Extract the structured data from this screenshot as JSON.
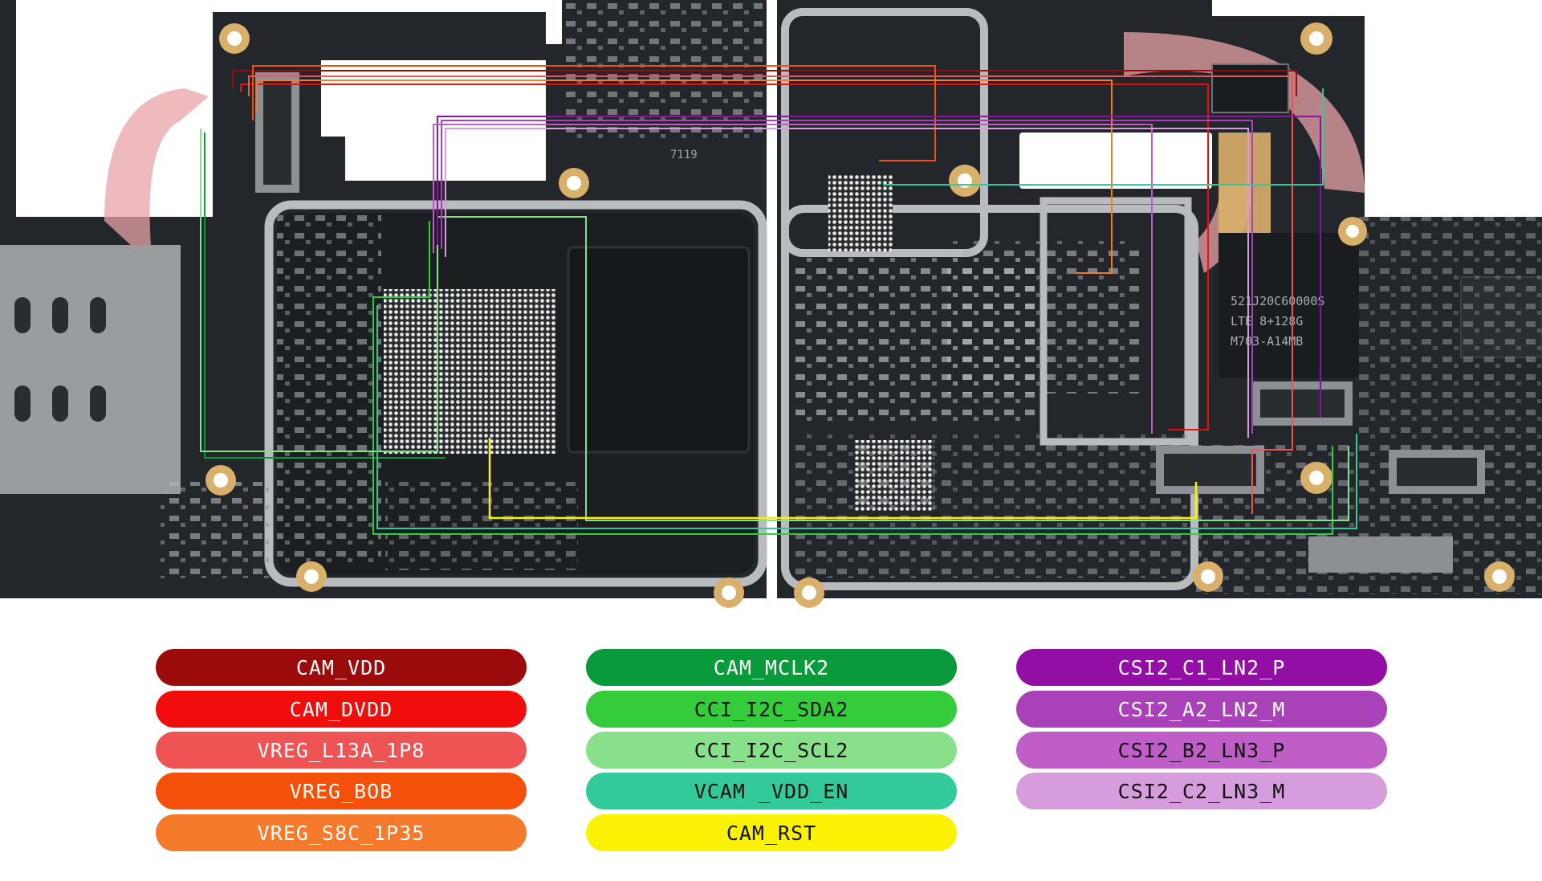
{
  "board": {
    "colors": {
      "background": "#ffffff",
      "pcb": "#23272b",
      "pcb_dark": "#15181b",
      "shield": "#b9bcbf",
      "gold": "#d9b06a",
      "component": "#b8bcc0",
      "watermark": "#e8a3a7"
    },
    "left_panel_label": "7119",
    "chip_marking": [
      "521J20C60000S",
      "LTE 8+128G",
      "M703-A14MB"
    ]
  },
  "legend": {
    "columns": [
      [
        {
          "name": "CAM_VDD",
          "color": "#9b0b0b",
          "text_color": "#ffffff"
        },
        {
          "name": "CAM_DVDD",
          "color": "#f20d0d",
          "text_color": "#ffffff"
        },
        {
          "name": "VREG_L13A_1P8",
          "color": "#ef5454",
          "text_color": "#ffffff"
        },
        {
          "name": "VREG_BOB",
          "color": "#f4500a",
          "text_color": "#ffffff"
        },
        {
          "name": "VREG_S8C_1P35",
          "color": "#f57a2c",
          "text_color": "#ffffff"
        }
      ],
      [
        {
          "name": "CAM_MCLK2",
          "color": "#099a3b",
          "text_color": "#ffffff"
        },
        {
          "name": "CCI_I2C_SDA2",
          "color": "#35cc3b",
          "text_color": "#111111"
        },
        {
          "name": "CCI_I2C_SCL2",
          "color": "#88e08a",
          "text_color": "#111111"
        },
        {
          "name": "VCAM _VDD_EN",
          "color": "#32c99b",
          "text_color": "#111111"
        },
        {
          "name": "CAM_RST",
          "color": "#fbf103",
          "text_color": "#111111"
        }
      ],
      [
        {
          "name": "CSI2_C1_LN2_P",
          "color": "#920ea4",
          "text_color": "#ffffff"
        },
        {
          "name": "CSI2_A2_LN2_M",
          "color": "#a941b9",
          "text_color": "#ffffff"
        },
        {
          "name": "CSI2_B2_LN3_P",
          "color": "#c05ec8",
          "text_color": "#111111"
        },
        {
          "name": "CSI2_C2_LN3_M",
          "color": "#d69ddc",
          "text_color": "#111111"
        }
      ]
    ]
  }
}
